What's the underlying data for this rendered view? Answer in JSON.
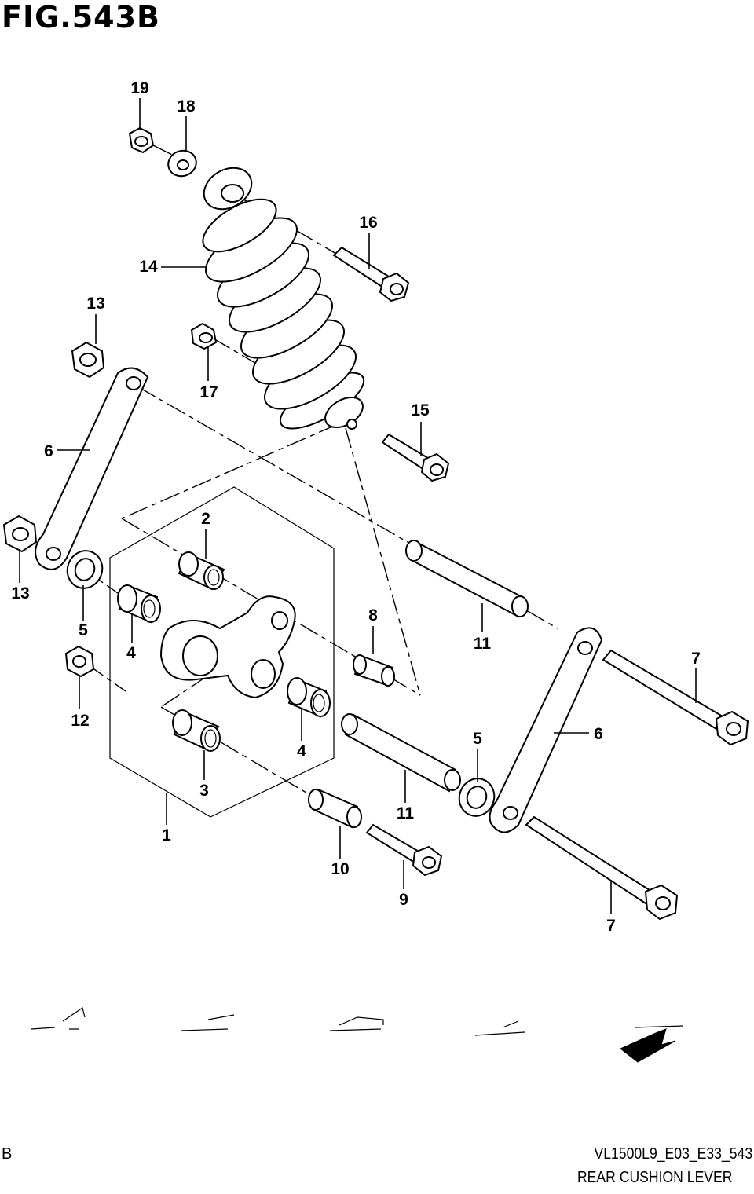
{
  "figure": {
    "title": "FIG.543B",
    "footer_left": "B",
    "footer_code": "VL1500L9_E03_E33_543",
    "footer_name": "REAR CUSHION LEVER"
  },
  "callouts": [
    {
      "id": "c1",
      "label": "1"
    },
    {
      "id": "c2",
      "label": "2"
    },
    {
      "id": "c3",
      "label": "3"
    },
    {
      "id": "c4a",
      "label": "4"
    },
    {
      "id": "c4b",
      "label": "4"
    },
    {
      "id": "c5a",
      "label": "5"
    },
    {
      "id": "c5b",
      "label": "5"
    },
    {
      "id": "c6a",
      "label": "6"
    },
    {
      "id": "c6b",
      "label": "6"
    },
    {
      "id": "c7a",
      "label": "7"
    },
    {
      "id": "c7b",
      "label": "7"
    },
    {
      "id": "c8",
      "label": "8"
    },
    {
      "id": "c9",
      "label": "9"
    },
    {
      "id": "c10",
      "label": "10"
    },
    {
      "id": "c11a",
      "label": "11"
    },
    {
      "id": "c11b",
      "label": "11"
    },
    {
      "id": "c12",
      "label": "12"
    },
    {
      "id": "c13a",
      "label": "13"
    },
    {
      "id": "c13b",
      "label": "13"
    },
    {
      "id": "c14",
      "label": "14"
    },
    {
      "id": "c15",
      "label": "15"
    },
    {
      "id": "c16",
      "label": "16"
    },
    {
      "id": "c17",
      "label": "17"
    },
    {
      "id": "c18",
      "label": "18"
    },
    {
      "id": "c19",
      "label": "19"
    }
  ]
}
